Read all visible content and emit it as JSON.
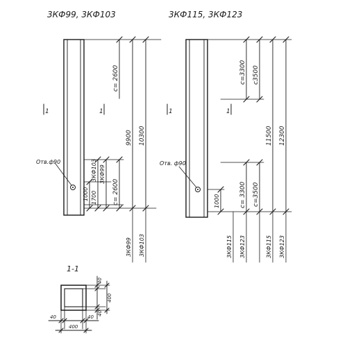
{
  "titles": {
    "left": "3КФ99, 3КФ103",
    "right": "3КФ115, 3КФ123"
  },
  "left_column": {
    "hole_label": "Отв.ф90",
    "section_mark": "1",
    "dims": {
      "c_top": "с= 2600",
      "c_bottom": "с= 2600",
      "d1000": "1000",
      "d1700": "1700",
      "mark_103": "3КФ103",
      "mark_99": "3КФ99",
      "h9900": "9900",
      "h10300": "10300"
    },
    "bottom_marks": [
      "3КФ99",
      "3КФ103"
    ]
  },
  "right_column": {
    "hole_label": "Отв. ф90",
    "section_mark": "1",
    "dims": {
      "c3300_top": "с=3300",
      "c3500_top": "с3500",
      "h11500": "11500",
      "h12300": "12300",
      "d1000": "1000",
      "c3300_bot": "с= 3300",
      "c3500_bot": "с=3500"
    },
    "bottom_marks": [
      "3КФ115",
      "3КФ123",
      "3КФ115",
      "3КФ123"
    ]
  },
  "section": {
    "title": "1-1",
    "dims": {
      "top40": "40",
      "side400": "400",
      "right40": "40",
      "left40": "40",
      "mid40": "40",
      "bottom400": "400"
    }
  }
}
